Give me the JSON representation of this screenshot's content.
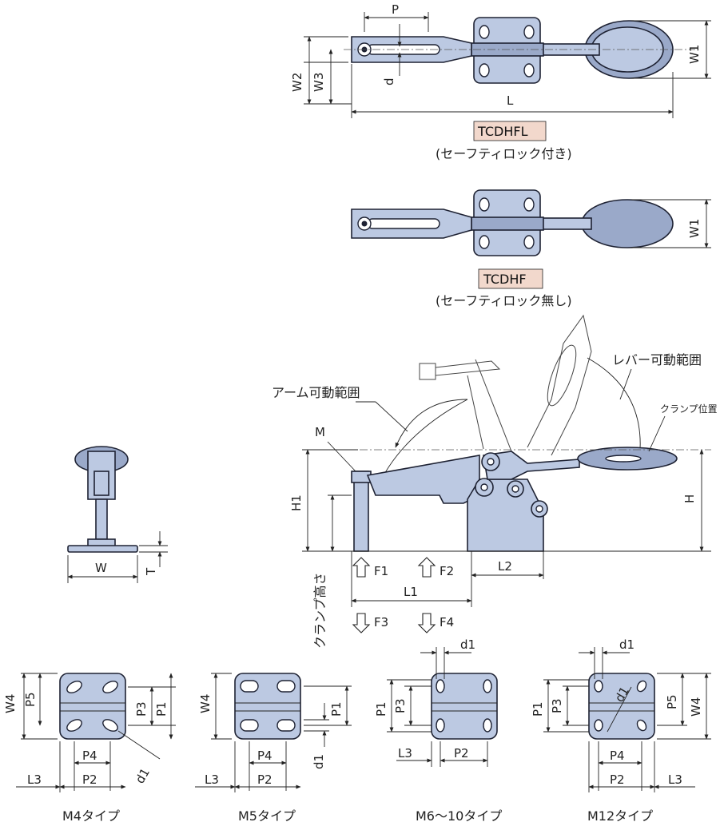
{
  "top_view": {
    "dims": {
      "p": "P",
      "w2": "W2",
      "w3": "W3",
      "d": "d",
      "l": "L",
      "w1": "W1"
    },
    "model": "TCDHFL",
    "note": "(セーフティロック付き)"
  },
  "mid_view": {
    "dims": {
      "w1": "W1"
    },
    "model": "TCDHF",
    "note": "(セーフティロック無し)"
  },
  "side_view": {
    "labels": {
      "arm_range": "アーム可動範囲",
      "lever_range": "レバー可動範囲",
      "clamp_pos": "クランプ位置",
      "m": "M",
      "h1": "H1",
      "h": "H",
      "l1": "L1",
      "l2": "L2",
      "clamp_height": "クランプ高さ",
      "f1": "F1",
      "f2": "F2",
      "f3": "F3",
      "f4": "F4"
    }
  },
  "front_view": {
    "w": "W",
    "t": "T"
  },
  "base_types": [
    {
      "name": "M4タイプ",
      "labels": [
        "W4",
        "P5",
        "P3",
        "P1",
        "P4",
        "L3",
        "P2",
        "d1"
      ]
    },
    {
      "name": "M5タイプ",
      "labels": [
        "W4",
        "P1",
        "P4",
        "d1",
        "L3",
        "P2"
      ]
    },
    {
      "name": "M6〜10タイプ",
      "labels": [
        "d1",
        "P1",
        "P3",
        "L3",
        "P2"
      ]
    },
    {
      "name": "M12タイプ",
      "labels": [
        "d1",
        "d1",
        "P1",
        "P3",
        "P5",
        "W4",
        "P4",
        "P2",
        "L3"
      ]
    }
  ]
}
